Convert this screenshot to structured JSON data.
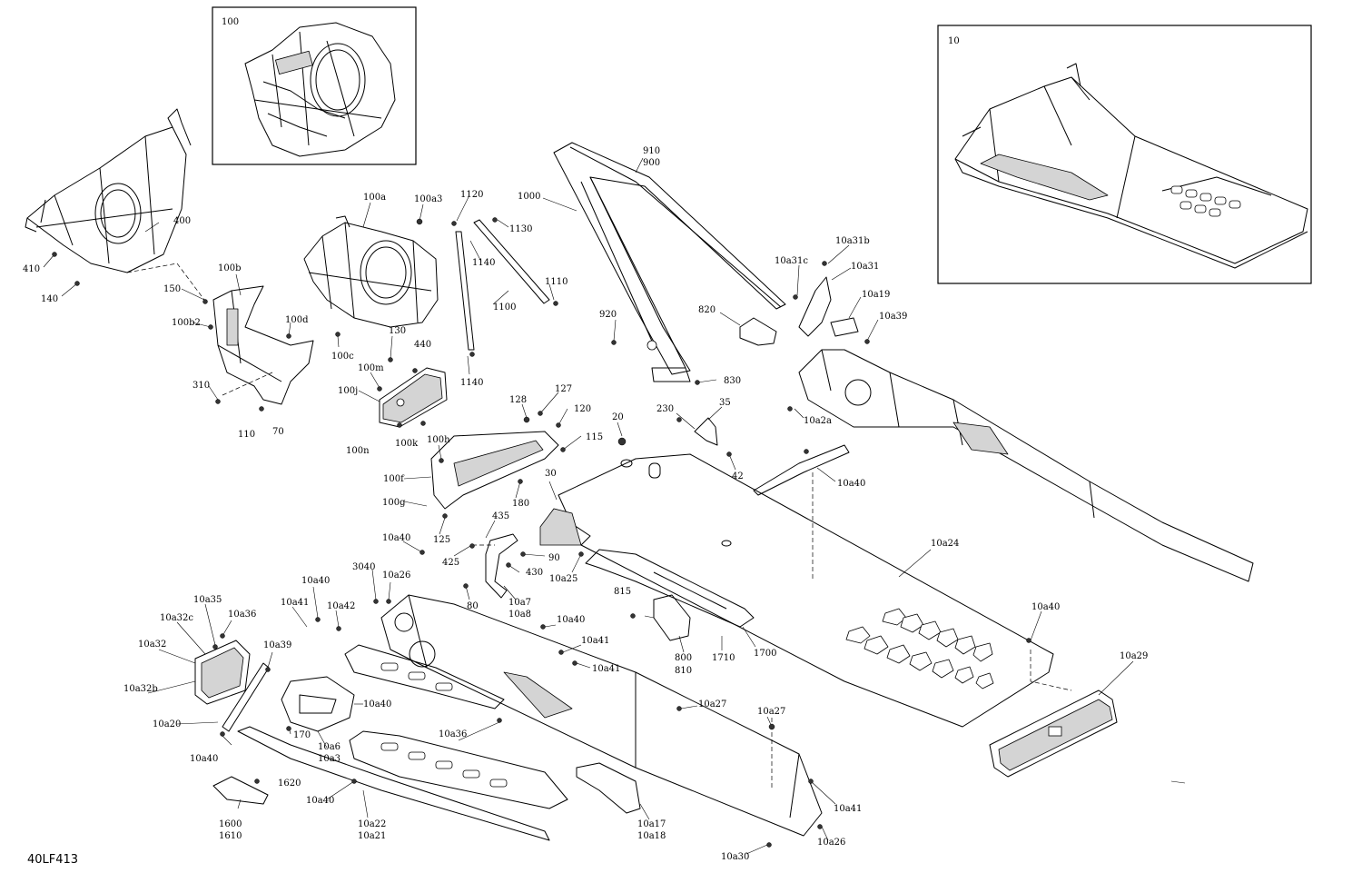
{
  "diagram": {
    "code": "40LF413",
    "insets": [
      {
        "id": "inset-100",
        "label": "100"
      },
      {
        "id": "inset-10",
        "label": "10"
      }
    ],
    "labels": {
      "l400": "400",
      "l410": "410",
      "l140": "140",
      "l150": "150",
      "l100b": "100b",
      "l100b2": "100b2",
      "l100d": "100d",
      "l100c": "100c",
      "l100a": "100a",
      "l100a3": "100a3",
      "l310": "310",
      "l110": "110",
      "l70": "70",
      "l130": "130",
      "l440": "440",
      "l100m": "100m",
      "l100j": "100j",
      "l100n": "100n",
      "l100k": "100k",
      "l1120": "1120",
      "l1130": "1130",
      "l1140a": "1140",
      "l1140b": "1140",
      "l1100": "1100",
      "l1110": "1110",
      "l1000": "1000",
      "l910": "910",
      "l900": "900",
      "l920": "920",
      "l820": "820",
      "l830": "830",
      "l230": "230",
      "l35": "35",
      "l42": "42",
      "l128": "128",
      "l127": "127",
      "l120": "120",
      "l115": "115",
      "l100h": "100h",
      "l100f": "100f",
      "l100g": "100g",
      "l180": "180",
      "l125": "125",
      "l20": "20",
      "l30": "30",
      "l435": "435",
      "l425": "425",
      "l90": "90",
      "l430": "430",
      "l80": "80",
      "l10a7": "10a7",
      "l10a8": "10a8",
      "l10a25": "10a25",
      "l815": "815",
      "l800": "800",
      "l810": "810",
      "l1710": "1710",
      "l1700": "1700",
      "l10a31b": "10a31b",
      "l10a31c": "10a31c",
      "l10a31": "10a31",
      "l10a19": "10a19",
      "l10a39a": "10a39",
      "l10a2a": "10a2a",
      "l10a40a": "10a40",
      "l10a24": "10a24",
      "l10a40b": "10a40",
      "l10a29": "10a29",
      "l10a40c": "10a40",
      "l3040": "3040",
      "l10a26a": "10a26",
      "l10a40d": "10a40",
      "l10a41a": "10a41",
      "l10a42": "10a42",
      "l10a35": "10a35",
      "l10a32c": "10a32c",
      "l10a36a": "10a36",
      "l10a32": "10a32",
      "l10a39b": "10a39",
      "l10a32b": "10a32b",
      "l10a20": "10a20",
      "l10a40e": "10a40",
      "l10a41b": "10a41",
      "l10a41c": "10a41",
      "l10a40f": "10a40",
      "l10a40g": "10a40",
      "l170": "170",
      "l10a6": "10a6",
      "l10a3": "10a3",
      "l10a36b": "10a36",
      "l10a27a": "10a27",
      "l10a27b": "10a27",
      "l1620": "1620",
      "l1600": "1600",
      "l1610": "1610",
      "l10a40h": "10a40",
      "l10a22": "10a22",
      "l10a21": "10a21",
      "l10a17": "10a17",
      "l10a18": "10a18",
      "l10a41d": "10a41",
      "l10a30": "10a30",
      "l10a26b": "10a26"
    }
  }
}
